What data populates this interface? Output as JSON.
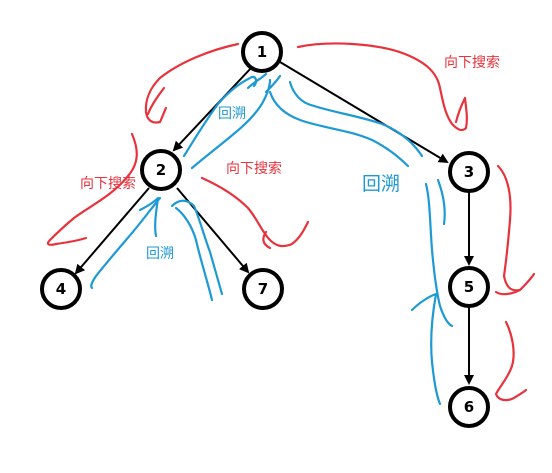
{
  "tree": {
    "nodes": [
      {
        "id": "n1",
        "label": "1"
      },
      {
        "id": "n2",
        "label": "2"
      },
      {
        "id": "n3",
        "label": "3"
      },
      {
        "id": "n4",
        "label": "4"
      },
      {
        "id": "n7",
        "label": "7"
      },
      {
        "id": "n5",
        "label": "5"
      },
      {
        "id": "n6",
        "label": "6"
      }
    ],
    "edges": [
      {
        "from": "n1",
        "to": "n2"
      },
      {
        "from": "n1",
        "to": "n3"
      },
      {
        "from": "n2",
        "to": "n4"
      },
      {
        "from": "n2",
        "to": "n7"
      },
      {
        "from": "n3",
        "to": "n5"
      },
      {
        "from": "n5",
        "to": "n6"
      }
    ]
  },
  "annotations": {
    "search_down_right": "向下搜索",
    "search_down_mid": "向下搜索",
    "search_down_left": "向下搜索",
    "backtrack_top": "回溯",
    "backtrack_big": "回溯",
    "backtrack_bottom": "回溯"
  },
  "colors": {
    "search": "#e8323c",
    "backtrack": "#1d9ad6",
    "node_stroke": "#000000"
  }
}
